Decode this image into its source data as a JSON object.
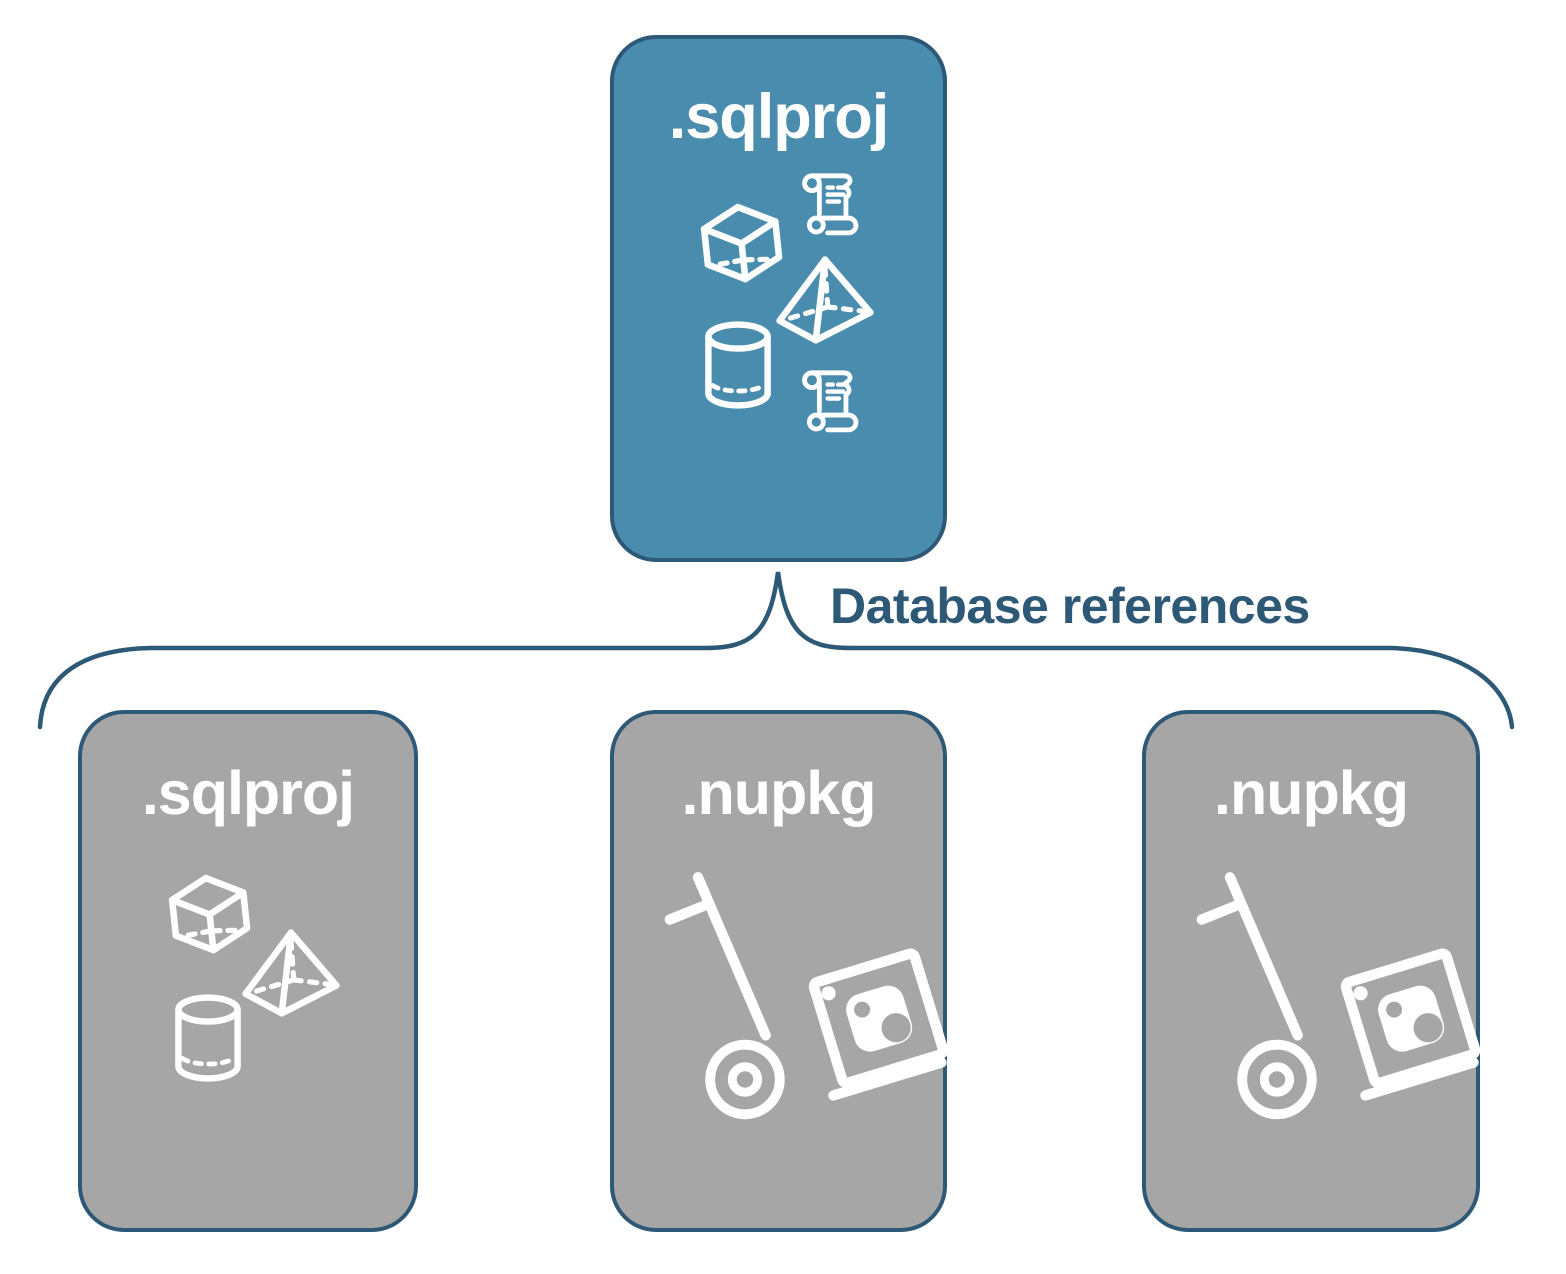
{
  "root_node": {
    "label": ".sqlproj",
    "fill_color": "#4A8CAE",
    "icons": [
      "cube-icon",
      "script-scroll-icon",
      "pyramid-icon",
      "cylinder-icon",
      "script-scroll-icon"
    ]
  },
  "connector": {
    "label": "Database references",
    "color": "#2D5876",
    "shape": "curly-brace"
  },
  "child_nodes": [
    {
      "label": ".sqlproj",
      "fill_color": "#A6A6A6",
      "icons": [
        "cube-icon",
        "pyramid-icon",
        "cylinder-icon"
      ]
    },
    {
      "label": ".nupkg",
      "fill_color": "#A6A6A6",
      "icons": [
        "hand-truck-nuget-package-icon"
      ]
    },
    {
      "label": ".nupkg",
      "fill_color": "#A6A6A6",
      "icons": [
        "hand-truck-nuget-package-icon"
      ]
    }
  ],
  "colors": {
    "border": "#2D5876",
    "icon": "#FFFFFF",
    "background": "#FFFFFF"
  }
}
